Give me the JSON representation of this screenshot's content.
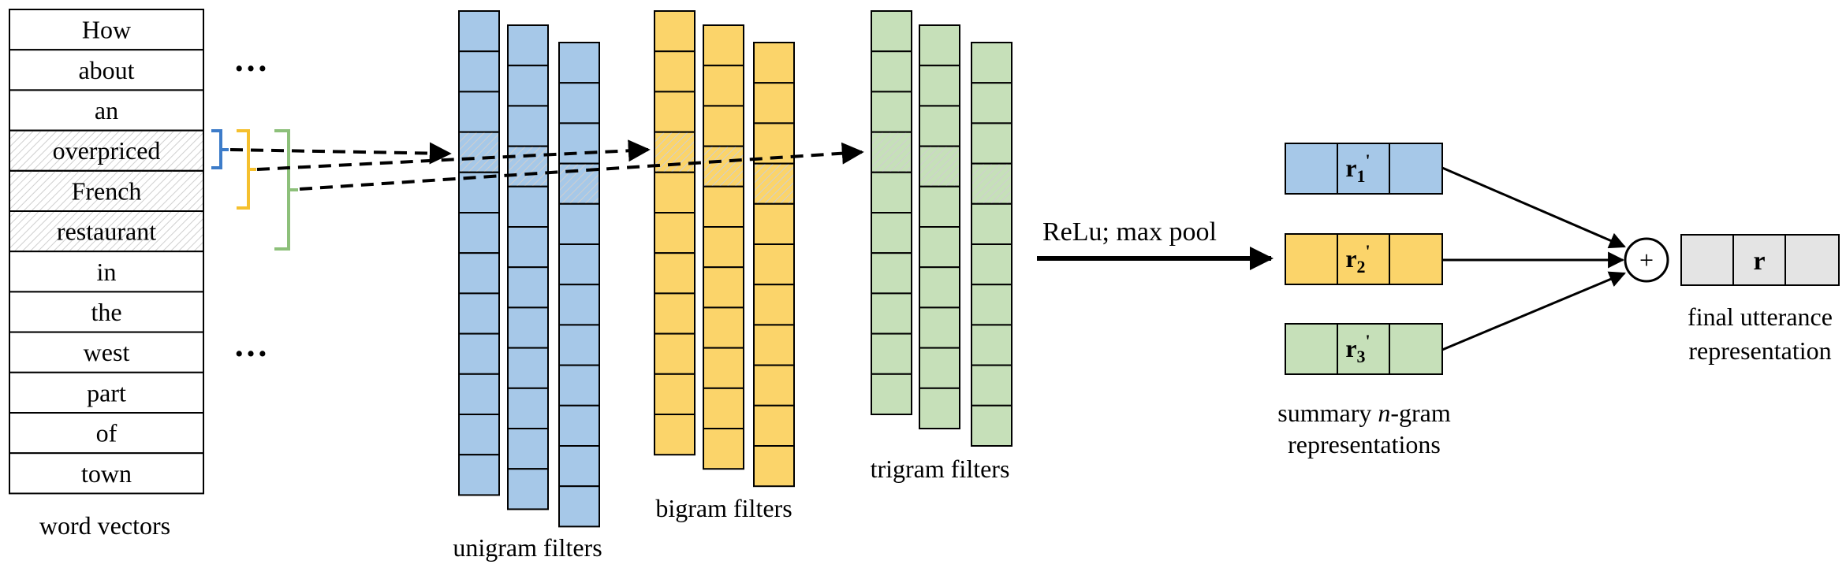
{
  "colors": {
    "blue": "#a6c8e8",
    "yellow": "#fbd46a",
    "green": "#c6e0b9",
    "gray": "#e4e4e4",
    "blue_bracket": "#3d7cc9",
    "yellow_bracket": "#f5c02e",
    "green_bracket": "#8dc07a",
    "hatch": "#c8c8c8"
  },
  "words": [
    "How",
    "about",
    "an",
    "overpriced",
    "French",
    "restaurant",
    "in",
    "the",
    "west",
    "part",
    "of",
    "town"
  ],
  "highlighted_word_indices": [
    3,
    4,
    5
  ],
  "labels": {
    "word_vectors": "word vectors",
    "ellipsis": "…",
    "unigram": "unigram filters",
    "bigram": "bigram filters",
    "trigram": "trigram filters",
    "relu": "ReLu; max pool",
    "summary_line1_pre": "summary ",
    "summary_italic": "n",
    "summary_line1_post": "-gram",
    "summary_line2": "representations",
    "final_line1": "final utterance",
    "final_line2": "representation",
    "plus": "+",
    "r_final": "r"
  },
  "summary_vectors": [
    {
      "base": "r",
      "sub": "1",
      "prime": "'",
      "color": "blue"
    },
    {
      "base": "r",
      "sub": "2",
      "prime": "'",
      "color": "yellow"
    },
    {
      "base": "r",
      "sub": "3",
      "prime": "'",
      "color": "green"
    }
  ],
  "filter_groups": [
    {
      "color": "blue",
      "columns": [
        {
          "cells": 12,
          "hatched": [
            3
          ]
        },
        {
          "cells": 12,
          "hatched": [
            3
          ]
        },
        {
          "cells": 12,
          "hatched": [
            3
          ]
        }
      ]
    },
    {
      "color": "yellow",
      "columns": [
        {
          "cells": 11,
          "hatched": [
            3
          ]
        },
        {
          "cells": 11,
          "hatched": [
            3
          ]
        },
        {
          "cells": 11,
          "hatched": [
            3
          ]
        }
      ]
    },
    {
      "color": "green",
      "columns": [
        {
          "cells": 10,
          "hatched": [
            3
          ]
        },
        {
          "cells": 10,
          "hatched": [
            3
          ]
        },
        {
          "cells": 10,
          "hatched": [
            3
          ]
        }
      ]
    }
  ]
}
